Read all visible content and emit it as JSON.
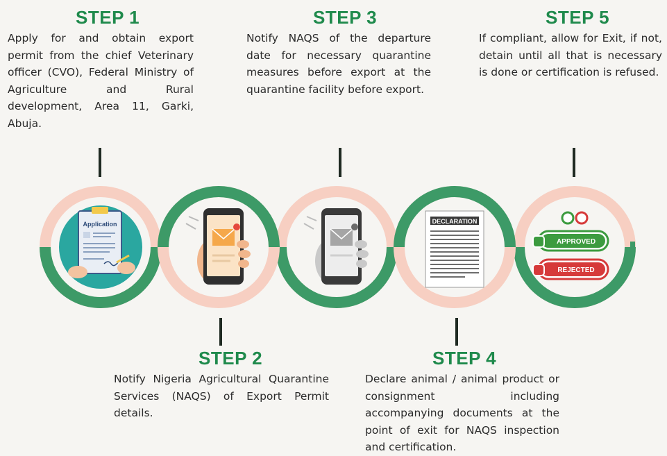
{
  "colors": {
    "green": "#3d9a67",
    "pink": "#f7cfc2",
    "title_green": "#1f8a4c",
    "text": "#2b2b2b"
  },
  "steps": [
    {
      "title": "STEP 1",
      "text": "Apply for and obtain export permit from the chief Veterinary officer (CVO), Federal Ministry of Agriculture and Rural development, Area 11, Garki, Abuja.",
      "icon": "application-form-icon"
    },
    {
      "title": "STEP 2",
      "text": "Notify Nigeria Agricultural Quarantine Services (NAQS) of Export Permit details.",
      "icon": "phone-message-icon"
    },
    {
      "title": "STEP 3",
      "text": "Notify NAQS of the departure date for necessary quarantine measures before export at the quarantine facility before export.",
      "icon": "phone-notification-icon"
    },
    {
      "title": "STEP 4",
      "text": "Declare animal / animal product or consignment including accompanying documents at the point of exit for NAQS inspection and certification.",
      "icon": "declaration-document-icon"
    },
    {
      "title": "STEP 5",
      "text": "If compliant, allow for Exit, if not, detain until all that is necessary is done or certification is refused.",
      "icon": "approved-rejected-icon"
    }
  ],
  "icon_text": {
    "application_label": "Application",
    "declaration_label": "DECLARATION",
    "approved_label": "APPROVED",
    "rejected_label": "REJECTED"
  }
}
